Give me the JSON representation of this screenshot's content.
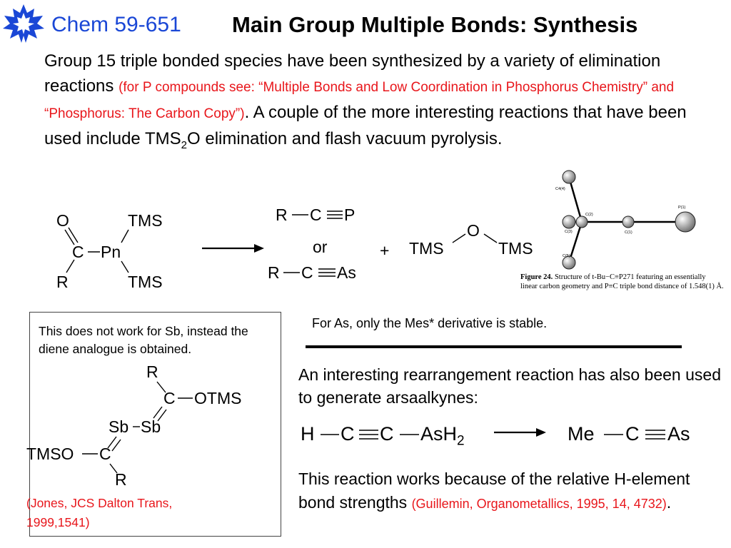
{
  "header": {
    "course": "Chem 59-651",
    "title": "Main Group Multiple Bonds: Synthesis",
    "logo_color": "#1a47d6"
  },
  "intro": {
    "part1": "Group 15 triple bonded species have been synthesized by a variety of elimination reactions ",
    "ref": "(for P compounds see: “Multiple Bonds and Low Coordination in Phosphorus Chemistry” and “Phosphorus: The Carbon Copy”)",
    "part2": ".  A couple of the more interesting reactions that have been used include TMS",
    "sub": "2",
    "part3": "O elimination and flash vacuum pyrolysis."
  },
  "scheme1": {
    "reactant": {
      "O": "O",
      "C": "C",
      "Pn": "Pn",
      "R": "R",
      "TMS_top": "TMS",
      "TMS_bottom": "TMS"
    },
    "product_top": {
      "R": "R",
      "C": "C",
      "E": "P"
    },
    "or": "or",
    "product_bottom": {
      "R": "R",
      "C": "C",
      "E": "As"
    },
    "plus": "+",
    "byproduct": {
      "left": "TMS",
      "O": "O",
      "right": "TMS"
    }
  },
  "figure": {
    "atom_labels": [
      "C4(4)",
      "C(2)",
      "C(3)",
      "C(5)",
      "C(1)",
      "P(1)"
    ],
    "caption_bold": "Figure 24.",
    "caption_text": "Structure of t-Bu−C≡P271 featuring an essentially linear carbon geometry and P≡C triple bond distance of 1.548(1) Å."
  },
  "box": {
    "note": "This does not work for Sb, instead the diene analogue is obtained.",
    "struct": {
      "R1": "R",
      "C1": "C",
      "OTMS": "OTMS",
      "Sb1": "Sb",
      "Sb2": "Sb",
      "TMSO": "TMSO",
      "C2": "C",
      "R2": "R"
    },
    "citation": "(Jones, JCS Dalton Trans, 1999,1541)"
  },
  "as_note": "For As, only the Mes* derivative is stable.",
  "rearrangement": {
    "text": "An interesting rearrangement reaction has also been used to generate arsaalkynes:",
    "reactant": {
      "H": "H",
      "C1": "C",
      "C2": "C",
      "AsH": "AsH",
      "sub": "2"
    },
    "product": {
      "Me": "Me",
      "C": "C",
      "As": "As"
    }
  },
  "conclusion": {
    "text": "This reaction works because of the relative H-element bond strengths ",
    "ref": "(Guillemin, Organometallics, 1995, 14, 4732)",
    "end": "."
  }
}
